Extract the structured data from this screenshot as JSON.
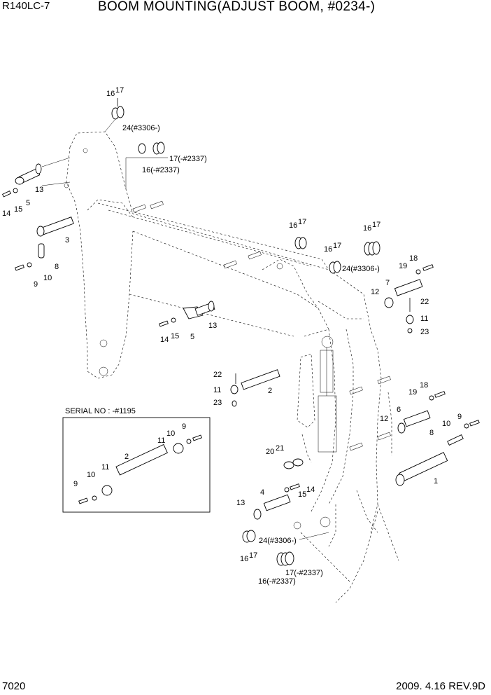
{
  "header": {
    "model": "R140LC-7",
    "title": "BOOM MOUNTING(ADJUST BOOM, #0234-)"
  },
  "footer": {
    "page_number": "7020",
    "revision": "2009. 4.16  REV.9D"
  },
  "serial_box": {
    "label": "SERIAL NO : -#1195"
  },
  "labels": {
    "l1": "1",
    "l2": "2",
    "l2b": "2",
    "l3": "3",
    "l4": "4",
    "l5": "5",
    "l5b": "5",
    "l6": "6",
    "l7": "7",
    "l8": "8",
    "l8b": "8",
    "l9": "9",
    "l9b": "9",
    "l9c": "9",
    "l10": "10",
    "l10b": "10",
    "l10c": "10",
    "l10d": "10",
    "l11": "11",
    "l11b": "11",
    "l11c": "11",
    "l11d": "11",
    "l12": "12",
    "l12b": "12",
    "l13": "13",
    "l13b": "13",
    "l13c": "13",
    "l14": "14",
    "l14b": "14",
    "l14c": "14",
    "l15": "15",
    "l15b": "15",
    "l15c": "15",
    "l16a": "16",
    "l17a": "17",
    "l16b": "16",
    "l17b": "17",
    "l16c": "16",
    "l17c": "17",
    "l16d": "16",
    "l17d": "17",
    "l16e": "16",
    "l17e": "17",
    "l16f": "16(-#2337)",
    "l17f": "17(-#2337)",
    "l16g": "16(-#2337)",
    "l17g": "17(-#2337)",
    "l18": "18",
    "l18b": "18",
    "l19": "19",
    "l19b": "19",
    "l20": "20",
    "l21": "21",
    "l22": "22",
    "l22b": "22",
    "l23": "23",
    "l23b": "23",
    "l24a": "24(#3306-)",
    "l24b": "24(#3306-)",
    "l24c": "24(#3306-)"
  }
}
